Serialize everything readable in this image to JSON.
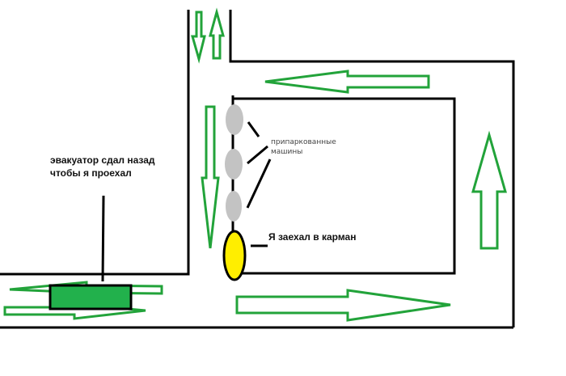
{
  "colors": {
    "road": "#000000",
    "arrow": "#22a33a",
    "tow_truck": "#22b14c",
    "parked_car": "#c3c3c3",
    "my_car": "#ffee00"
  },
  "labels": {
    "parked_cars_line1": "припаркованные",
    "parked_cars_line2": "машины",
    "my_car": "Я заехал в карман",
    "tow_truck_line1": "эвакуатор сдал назад",
    "tow_truck_line2": "чтобы я проехал"
  }
}
